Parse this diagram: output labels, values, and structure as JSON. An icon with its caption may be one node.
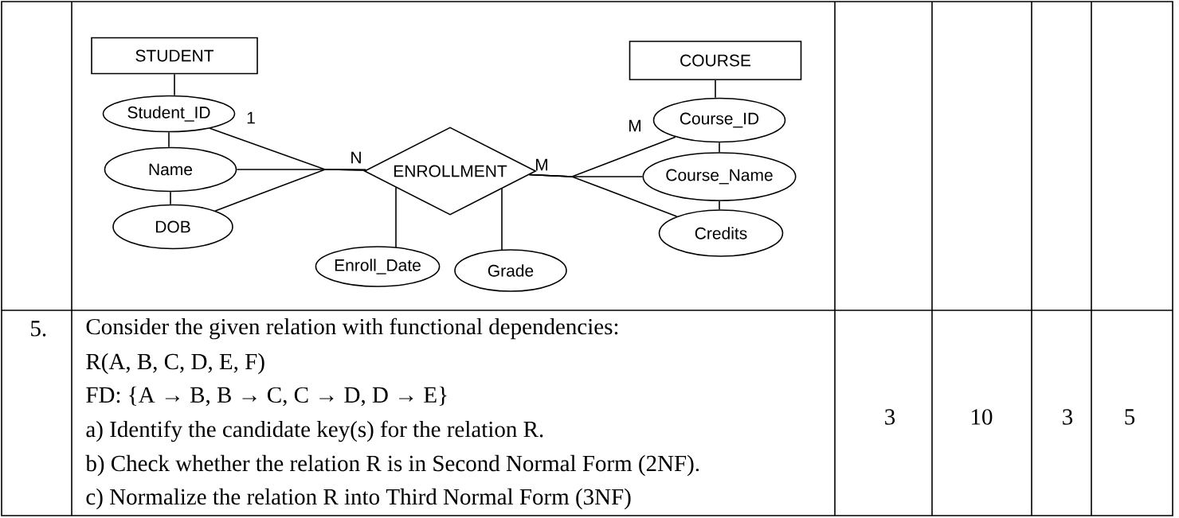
{
  "diagram": {
    "nodes": [
      {
        "text": [
          "STUDENT"
        ]
      },
      {
        "text": [
          "Student_ID"
        ]
      },
      {
        "text": [
          "Name"
        ]
      },
      {
        "text": [
          "DOB"
        ]
      },
      {
        "text": [
          "ENROLLMENT"
        ]
      },
      {
        "text": [
          "Enroll_Date"
        ]
      },
      {
        "text": [
          "Grade"
        ]
      },
      {
        "text": [
          "COURSE"
        ]
      },
      {
        "text": [
          "Course_ID"
        ]
      },
      {
        "text": [
          "Course_Name"
        ]
      },
      {
        "text": [
          "Credits"
        ]
      }
    ],
    "edges": [
      {
        "from": 0,
        "to": 1,
        "arrow": "none"
      },
      {
        "from": 1,
        "to": 2,
        "arrow": "none"
      },
      {
        "from": 2,
        "to": 3,
        "arrow": "none"
      },
      {
        "from": 1,
        "to": 4,
        "arrow": "none",
        "label": "1"
      },
      {
        "from": 2,
        "to": 4,
        "arrow": "none",
        "label": "N"
      },
      {
        "from": 3,
        "to": 4,
        "arrow": "none"
      },
      {
        "from": 4,
        "to": 5,
        "arrow": "none"
      },
      {
        "from": 4,
        "to": 6,
        "arrow": "none"
      },
      {
        "from": 4,
        "to": 8,
        "arrow": "none",
        "label": "M"
      },
      {
        "from": 4,
        "to": 9,
        "arrow": "none",
        "label": "M"
      },
      {
        "from": 4,
        "to": 10,
        "arrow": "none"
      },
      {
        "from": 7,
        "to": 8,
        "arrow": "none"
      },
      {
        "from": 8,
        "to": 9,
        "arrow": "none"
      },
      {
        "from": 9,
        "to": 10,
        "arrow": "none"
      }
    ],
    "labels": [
      "5.",
      "Consider the given relation with functional dependencies:",
      "R(A, B, C, D, E, F)",
      "FD: {A → B, B → C, C → D, D → E}",
      "a) Identify the candidate key(s) for the relation R.",
      "b) Check whether the relation R is in Second Normal Form (2NF).",
      "c) Normalize the relation R into Third Normal Form (3NF)",
      "3",
      "10",
      "3",
      "5"
    ]
  }
}
